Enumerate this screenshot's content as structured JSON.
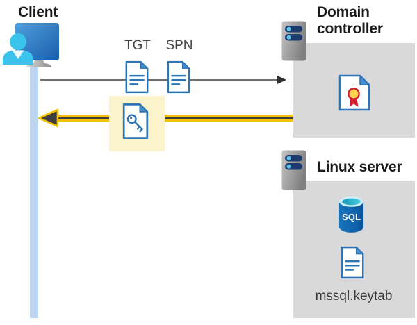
{
  "diagram": {
    "client": {
      "label": "Client"
    },
    "flow": {
      "tgt_label": "TGT",
      "spn_label": "SPN"
    },
    "domain_controller": {
      "label": "Domain controller"
    },
    "linux_server": {
      "label": "Linux server",
      "sql_badge": "SQL",
      "keytab_label": "mssql.keytab"
    }
  },
  "colors": {
    "doc_blue": "#2E75B6",
    "doc_fold_blue": "#4A8FD0",
    "accent_yellow": "#F3C300",
    "highlight_yellow_bg": "#FBF3CC",
    "panel_gray": "#D9D9D9",
    "timeline_blue": "#BDD7F2",
    "arrow_gray": "#595959",
    "arrowhead_dark": "#3F3F3F",
    "server_pill_navy": "#1E3B6E",
    "server_dot_cyan": "#58C4E9",
    "person_cyan": "#3CC3EC",
    "cert_seal_yellow": "#FFD34D",
    "cert_ribbon_red": "#D32030",
    "sql_body_blue": "#1068B0",
    "heading_text": "#1A1A1A",
    "label_text": "#454545"
  }
}
